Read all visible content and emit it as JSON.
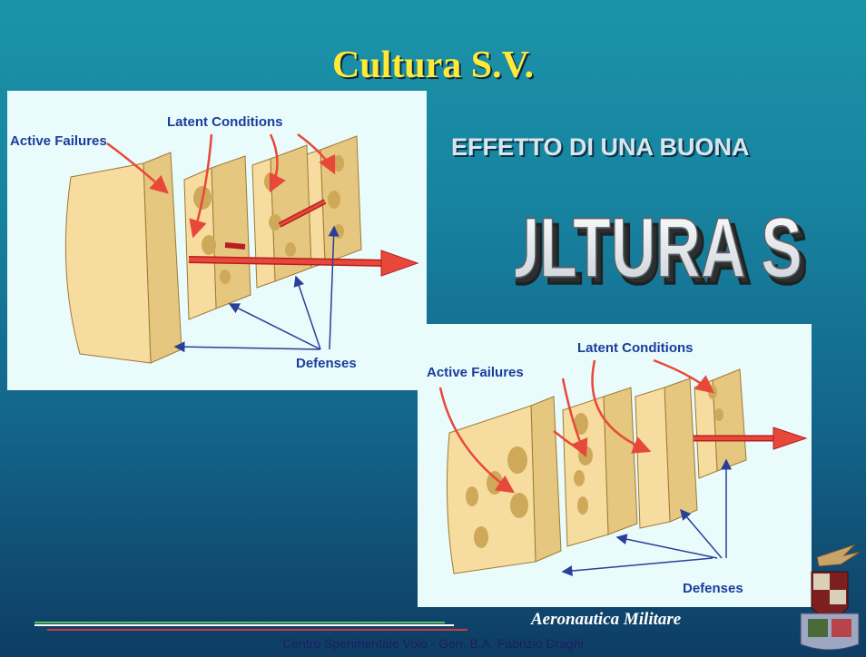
{
  "slide": {
    "title": "Cultura S.V.",
    "subtitle": "EFFETTO DI UNA BUONA",
    "wordart": "CULTURA S.V."
  },
  "diagram_top": {
    "labels": {
      "active_failures": "Active Failures",
      "latent_conditions": "Latent Conditions",
      "defenses": "Defenses"
    }
  },
  "diagram_bottom": {
    "labels": {
      "active_failures": "Active Failures",
      "latent_conditions": "Latent Conditions",
      "defenses": "Defenses"
    }
  },
  "footer": {
    "brand": "Aeronautica Militare",
    "caption": "Centro Sperimentale Volo - Gen. B.A. Fabrizio Draghi"
  },
  "colors": {
    "title": "#ffea3a",
    "cheese_fill": "#f7dca0",
    "cheese_edge": "#9e7a34",
    "arrow": "#e8483a",
    "label": "#1a3d9c"
  }
}
